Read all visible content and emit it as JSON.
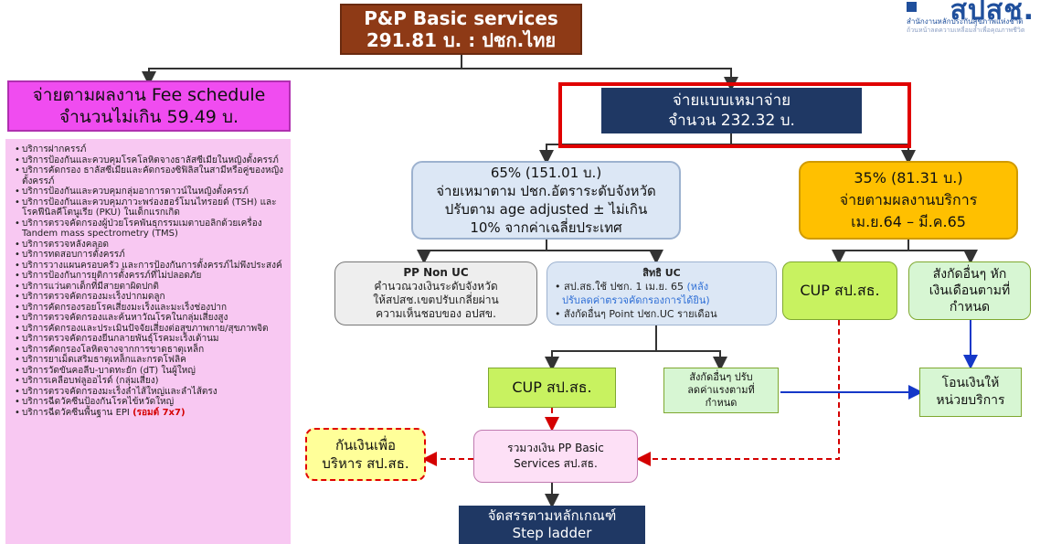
{
  "logo": {
    "mark": "สปสช.",
    "line1": "สำนักงานหลักประกันสุขภาพแห่งชาติ",
    "line2": "ถ้วนหน้าลดความเหลื่อมล้ำเพื่อคุณภาพชีวิต"
  },
  "top": {
    "line1": "P&P Basic services",
    "line2": "291.81 บ. : ปชก.ไทย"
  },
  "fee": {
    "line1": "จ่ายตามผลงาน Fee schedule",
    "line2": "จำนวนไม่เกิน 59.49 บ."
  },
  "services": [
    "บริการฝากครรภ์",
    "บริการป้องกันและควบคุมโรคโลหิตจางธาลัสซีเมียในหญิงตั้งครรภ์",
    "บริการคัดกรอง ธาลัสซีเมียและคัดกรองซิฟิลิสในสามีหรือคู่ของหญิงตั้งครรภ์",
    "บริการป้องกันและควบคุมกลุ่มอาการดาวน์ในหญิงตั้งครรภ์",
    "บริการป้องกันและควบคุมภาวะพร่องฮอร์โมนไทรอยด์ (TSH) และโรคฟีนิลคีโตนูเรีย (PKU) ในเด็กแรกเกิด",
    "บริการตรวจคัดกรองผู้ป่วยโรคพันธุกรรมเมตาบอลิกด้วยเครื่อง Tandem mass spectrometry (TMS)",
    "บริการตรวจหลังคลอด",
    "บริการทดสอบการตั้งครรภ์",
    "บริการวางแผนครอบครัว และการป้องกันการตั้งครรภ์ไม่พึงประสงค์",
    "บริการป้องกันการยุติการตั้งครรภ์ที่ไม่ปลอดภัย",
    "บริการแว่นตาเด็กที่มีสายตาผิดปกติ",
    "บริการตรวจคัดกรองมะเร็งปากมดลูก",
    "บริการคัดกรองรอยโรคเสี่ยงมะเร็งและมะเร็งช่องปาก",
    "บริการตรวจคัดกรองและค้นหาวัณโรคในกลุ่มเสี่ยงสูง",
    "บริการคัดกรองและประเมินปัจจัยเสี่ยงต่อสุขภาพกาย/สุขภาพจิต",
    "บริการตรวจคัดกรองยีนกลายพันธุ์โรคมะเร็งเต้านม",
    "บริการคัดกรองโลหิตจางจากการขาดธาตุเหล็ก",
    "บริการยาเม็ดเสริมธาตุเหล็กและกรดโฟลิค",
    "บริการวัดขันคอลีบ-บาดทะยัก (dT) ในผู้ใหญ่",
    "บริการเคลือบฟลูออไรด์ (กลุ่มเสี่ยง)",
    "บริการตรวจคัดกรองมะเร็งลำไส้ใหญ่และลำไส้ตรง",
    "บริการฉีดวัคซีนป้องกันโรคไข้หวัดใหญ่",
    "บริการฉีดวัคซีนพื้นฐาน EPI"
  ],
  "services_note": "(รอมต์ 7x7)",
  "capitation": {
    "line1": "จ่ายแบบเหมาจ่าย",
    "line2": "จำนวน 232.32 บ."
  },
  "pct65": {
    "line1": "65% (151.01 บ.)",
    "line2": "จ่ายเหมาตาม ปชก.อัตราระดับจังหวัด",
    "line3": "ปรับตาม age adjusted  ± ไม่เกิน",
    "line4": "10% จากค่าเฉลี่ยประเทศ"
  },
  "pct35": {
    "line1": "35% (81.31 บ.)",
    "line2": "จ่ายตามผลงานบริการ",
    "line3": "เม.ย.64 – มี.ค.65"
  },
  "ppnonuc": {
    "title": "PP Non UC",
    "line1": "คำนวณวงเงินระดับจังหวัด",
    "line2": "ให้สปสช.เขตปรับเกลี่ยผ่าน",
    "line3": "ความเห็นชอบของ อปสข."
  },
  "uc": {
    "title": "สิทธิ UC",
    "b1a": "สป.สธ.ใช้ ปชก. 1 เม.ย. 65 ",
    "b1b": "(หลัง",
    "b1c": "ปรับลดค่าตรวจคัดกรองการได้ยิน)",
    "b2": "สังกัดอื่นๆ Point ปชก.UC รายเดือน"
  },
  "cup_right": "CUP สป.สธ.",
  "other_right": {
    "line1": "สังกัดอื่นๆ หัก",
    "line2": "เงินเดือนตามที่",
    "line3": "กำหนด"
  },
  "cup_mid": "CUP สป.สธ.",
  "other_mid": {
    "line1": "สังกัดอื่นๆ ปรับ",
    "line2": "ลดค่าแรงตามที่",
    "line3": "กำหนด"
  },
  "transfer": {
    "line1": "โอนเงินให้",
    "line2": "หน่วยบริการ"
  },
  "reserve": {
    "line1": "กันเงินเพื่อ",
    "line2": "บริหาร สป.สธ."
  },
  "pool": {
    "line1": "รวมวงเงิน PP Basic",
    "line2": "Services สป.สธ."
  },
  "alloc": {
    "line1": "จัดสรรตามหลักเกณฑ์",
    "line2": "Step ladder"
  },
  "colors": {
    "brown": "#8e3a16",
    "pink": "#f04cf0",
    "navy": "#1f3864",
    "blue_light": "#dce7f5",
    "yellow": "#ffc000",
    "lime": "#c8f260",
    "mint": "#d7f6d3",
    "red": "#e00000"
  }
}
